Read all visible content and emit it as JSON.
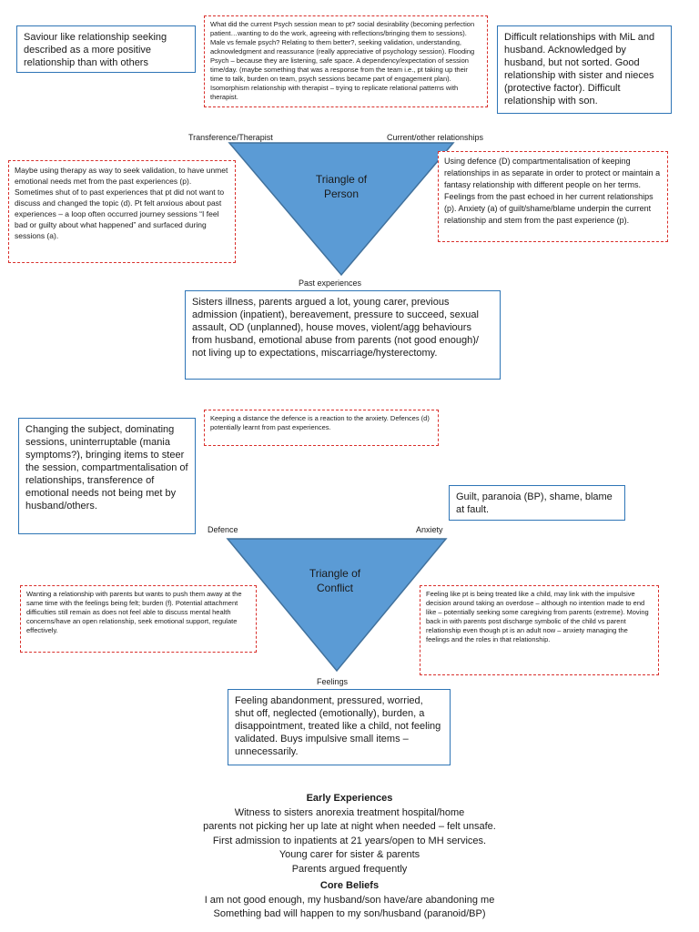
{
  "triangle_person": {
    "title_line1": "Triangle of",
    "title_line2": "Person",
    "label_left": "Transference/Therapist",
    "label_right": "Current/other relationships",
    "label_bottom": "Past experiences"
  },
  "triangle_conflict": {
    "title_line1": "Triangle of",
    "title_line2": "Conflict",
    "label_left": "Defence",
    "label_right": "Anxiety",
    "label_bottom": "Feelings"
  },
  "boxes": {
    "saviour": "Saviour like relationship seeking described as a more positive relationship than with others",
    "psych_session": "What did the current Psych session mean to pt? social desirability (becoming perfection patient…wanting to do the work, agreeing with reflections/bringing them to sessions). Male vs female psych? Relating to them better?, seeking validation, understanding, acknowledgment and reassurance (really appreciative of psychology session). Flooding Psych – because they are listening, safe space. A dependency/expectation of session time/day. (maybe something that was a response from the team i.e., pt taking up their time to talk, burden on team, psych sessions became part of engagement plan). Isomorphism relationship with therapist – trying to replicate relational patterns with therapist.",
    "difficult_relationships": "Difficult relationships with MiL and husband. Acknowledged by husband, but not sorted. Good relationship with sister and nieces (protective factor). Difficult relationship with son.",
    "validation": "Maybe using therapy as way to seek validation, to have unmet emotional needs met from the past experiences (p). Sometimes shut of to past experiences that pt did not want to discuss and changed the topic (d). Pt felt anxious about past experiences – a loop often occurred journey sessions “I feel bad or guilty about what happened” and surfaced during sessions (a).",
    "using_defence": "Using defence (D) compartmentalisation of keeping relationships in as separate in order to protect or maintain a fantasy relationship with different people on her terms. Feelings from the past echoed in her current relationships (p). Anxiety (a) of guilt/shame/blame underpin the current relationship and stem from the past experience (p).",
    "past_experiences": "Sisters illness, parents argued a lot, young carer, previous admission (inpatient), bereavement, pressure to succeed, sexual assault, OD (unplanned), house moves, violent/agg behaviours from husband, emotional abuse from parents (not good enough)/ not living up to expectations, miscarriage/hysterectomy.",
    "keeping_distance": "Keeping a distance the defence is a reaction to the anxiety. Defences (d) potentially learnt from past experiences.",
    "changing_subject": "Changing the subject, dominating sessions, uninterruptable (mania symptoms?), bringing items to steer the session, compartmentalisation of relationships, transference of emotional needs not being met by husband/others.",
    "guilt": "Guilt, paranoia (BP), shame, blame at fault.",
    "wanting_relationship": "Wanting a relationship with parents but wants to push them away at the same time with the feelings being felt; burden (f). Potential attachment difficulties still remain as does not feel able to discuss mental health concerns/have an open relationship, seek emotional support, regulate effectively.",
    "treated_child": "Feeling like pt is being treated like a child, may link with the impulsive decision around taking an overdose – although no intention made to end like – potentially seeking some caregiving from parents (extreme). Moving back in with parents post discharge symbolic of the child vs parent relationship even though pt is an adult now – anxiety managing the feelings and the roles in that relationship.",
    "feelings": "Feeling abandonment, pressured, worried, shut off, neglected (emotionally), burden, a disappointment, treated like a child, not feeling validated. Buys impulsive small items – unnecessarily."
  },
  "early_experiences": {
    "heading": "Early Experiences",
    "lines": [
      "Witness to sisters anorexia treatment hospital/home",
      "parents not picking her up late at night when needed – felt unsafe.",
      "First admission to inpatients at 21 years/open to MH services.",
      "Young carer for sister & parents",
      "Parents argued frequently"
    ]
  },
  "core_beliefs": {
    "heading": "Core Beliefs",
    "lines": [
      "I am not good enough, my husband/son have/are abandoning me",
      "Something bad will happen to my son/husband (paranoid/BP)"
    ]
  },
  "colors": {
    "triangle_fill": "#5b9bd5",
    "triangle_stroke": "#41719c",
    "blue_border": "#2e75b6",
    "red_border": "#d9302c"
  }
}
